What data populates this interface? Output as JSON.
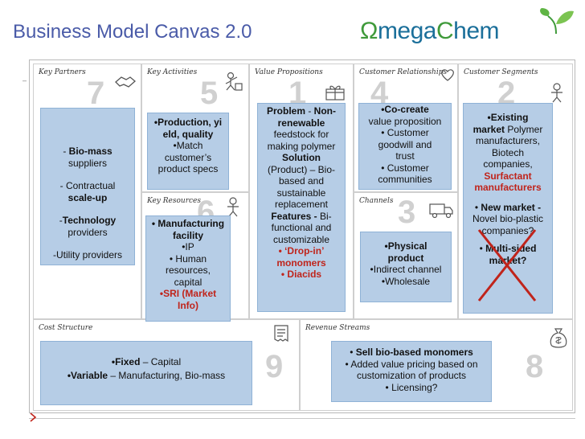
{
  "title": {
    "main": "Business Model Canvas",
    "version": "2.0"
  },
  "logo": {
    "omega": "Ω",
    "mega": "mega",
    "chem_c": "C",
    "chem_rest": "hem"
  },
  "blocks": {
    "key_partners": {
      "header": "Key Partners",
      "number": "7"
    },
    "key_activities": {
      "header": "Key Activities",
      "number": "5"
    },
    "key_resources": {
      "header": "Key Resources",
      "number": "6"
    },
    "value_propositions": {
      "header": "Value Propositions",
      "number": "1"
    },
    "customer_relationships": {
      "header": "Customer Relationships",
      "number": "4"
    },
    "channels": {
      "header": "Channels",
      "number": "3"
    },
    "customer_segments": {
      "header": "Customer Segments",
      "number": "2"
    },
    "cost_structure": {
      "header": "Cost Structure",
      "number": "9"
    },
    "revenue_streams": {
      "header": "Revenue Streams",
      "number": "8"
    }
  },
  "key_partners_box": {
    "l1a": "- ",
    "l1b": "Bio-mass",
    "l2": "suppliers",
    "l3": "- Contractual",
    "l4": "scale-up",
    "l5a": "-",
    "l5b": "Technology",
    "l6": "providers",
    "l7": "-Utility providers"
  },
  "key_activities_box": {
    "l1": "•Production, yi",
    "l2": "eld, quality",
    "l3": "•Match",
    "l4": "customer’s",
    "l5": "product specs"
  },
  "key_resources_box": {
    "l1": "• Manufacturing",
    "l2": "facility",
    "l3": "•IP",
    "l4": "• Human",
    "l5": "resources,",
    "l6": "capital",
    "l7": "•SRI (Market",
    "l8": "Info)"
  },
  "value_props_box": {
    "l1a": "Problem",
    "l1b": " - ",
    "l1c": "Non-",
    "l2": "renewable",
    "l3": "feedstock for",
    "l4": "making polymer",
    "l5": "Solution",
    "l6": "(Product) – Bio-",
    "l7": "based and",
    "l8": "sustainable",
    "l9": "replacement",
    "l10a": "Features - ",
    "l10b": "Bi-",
    "l11": "functional and",
    "l12": "customizable",
    "l13": "• ‘Drop-in’",
    "l14": "monomers",
    "l15": "• Diacids"
  },
  "customer_rel_box": {
    "l1": "•Co-create",
    "l2": "value proposition",
    "l3": "• Customer",
    "l4": "goodwill and",
    "l5": "trust",
    "l6": "• Customer",
    "l7": "communities"
  },
  "channels_box": {
    "l1": "•Physical",
    "l2": "product",
    "l3": "•Indirect channel",
    "l4": "•Wholesale"
  },
  "customer_seg_box": {
    "l1": "•Existing",
    "l2a": "market",
    "l2b": "  Polymer",
    "l3": "manufacturers,",
    "l4": "Biotech",
    "l5": "companies,",
    "l6": "Surfactant",
    "l7": "manufacturers",
    "l8a": "• ",
    "l8b": "New market -",
    "l9": "Novel bio-plastic",
    "l10": "companies?",
    "l11a": "• ",
    "l11b": "Multi-sided",
    "l12": "market?"
  },
  "cost_box": {
    "l1a": "•Fixed",
    "l1b": " – Capital",
    "l2a": "•Variable",
    "l2b": " – Manufacturing, Bio-mass"
  },
  "revenue_box": {
    "l1a": "• ",
    "l1b": "Sell bio-based monomers",
    "l2": "• Added value pricing based on",
    "l3": "customization of products",
    "l4": "• Licensing?"
  },
  "colors": {
    "title": "#4a5ba8",
    "box": "#b6cde6",
    "accent_red": "#c0241b",
    "logo_green": "#3f9a3a",
    "logo_blue": "#1b6f9a"
  },
  "icons": [
    "leaf-icon",
    "handshake-icon",
    "worker-icon",
    "gift-icon",
    "heart-icon",
    "person-icon",
    "truck-icon",
    "receipt-icon",
    "moneybag-icon"
  ]
}
